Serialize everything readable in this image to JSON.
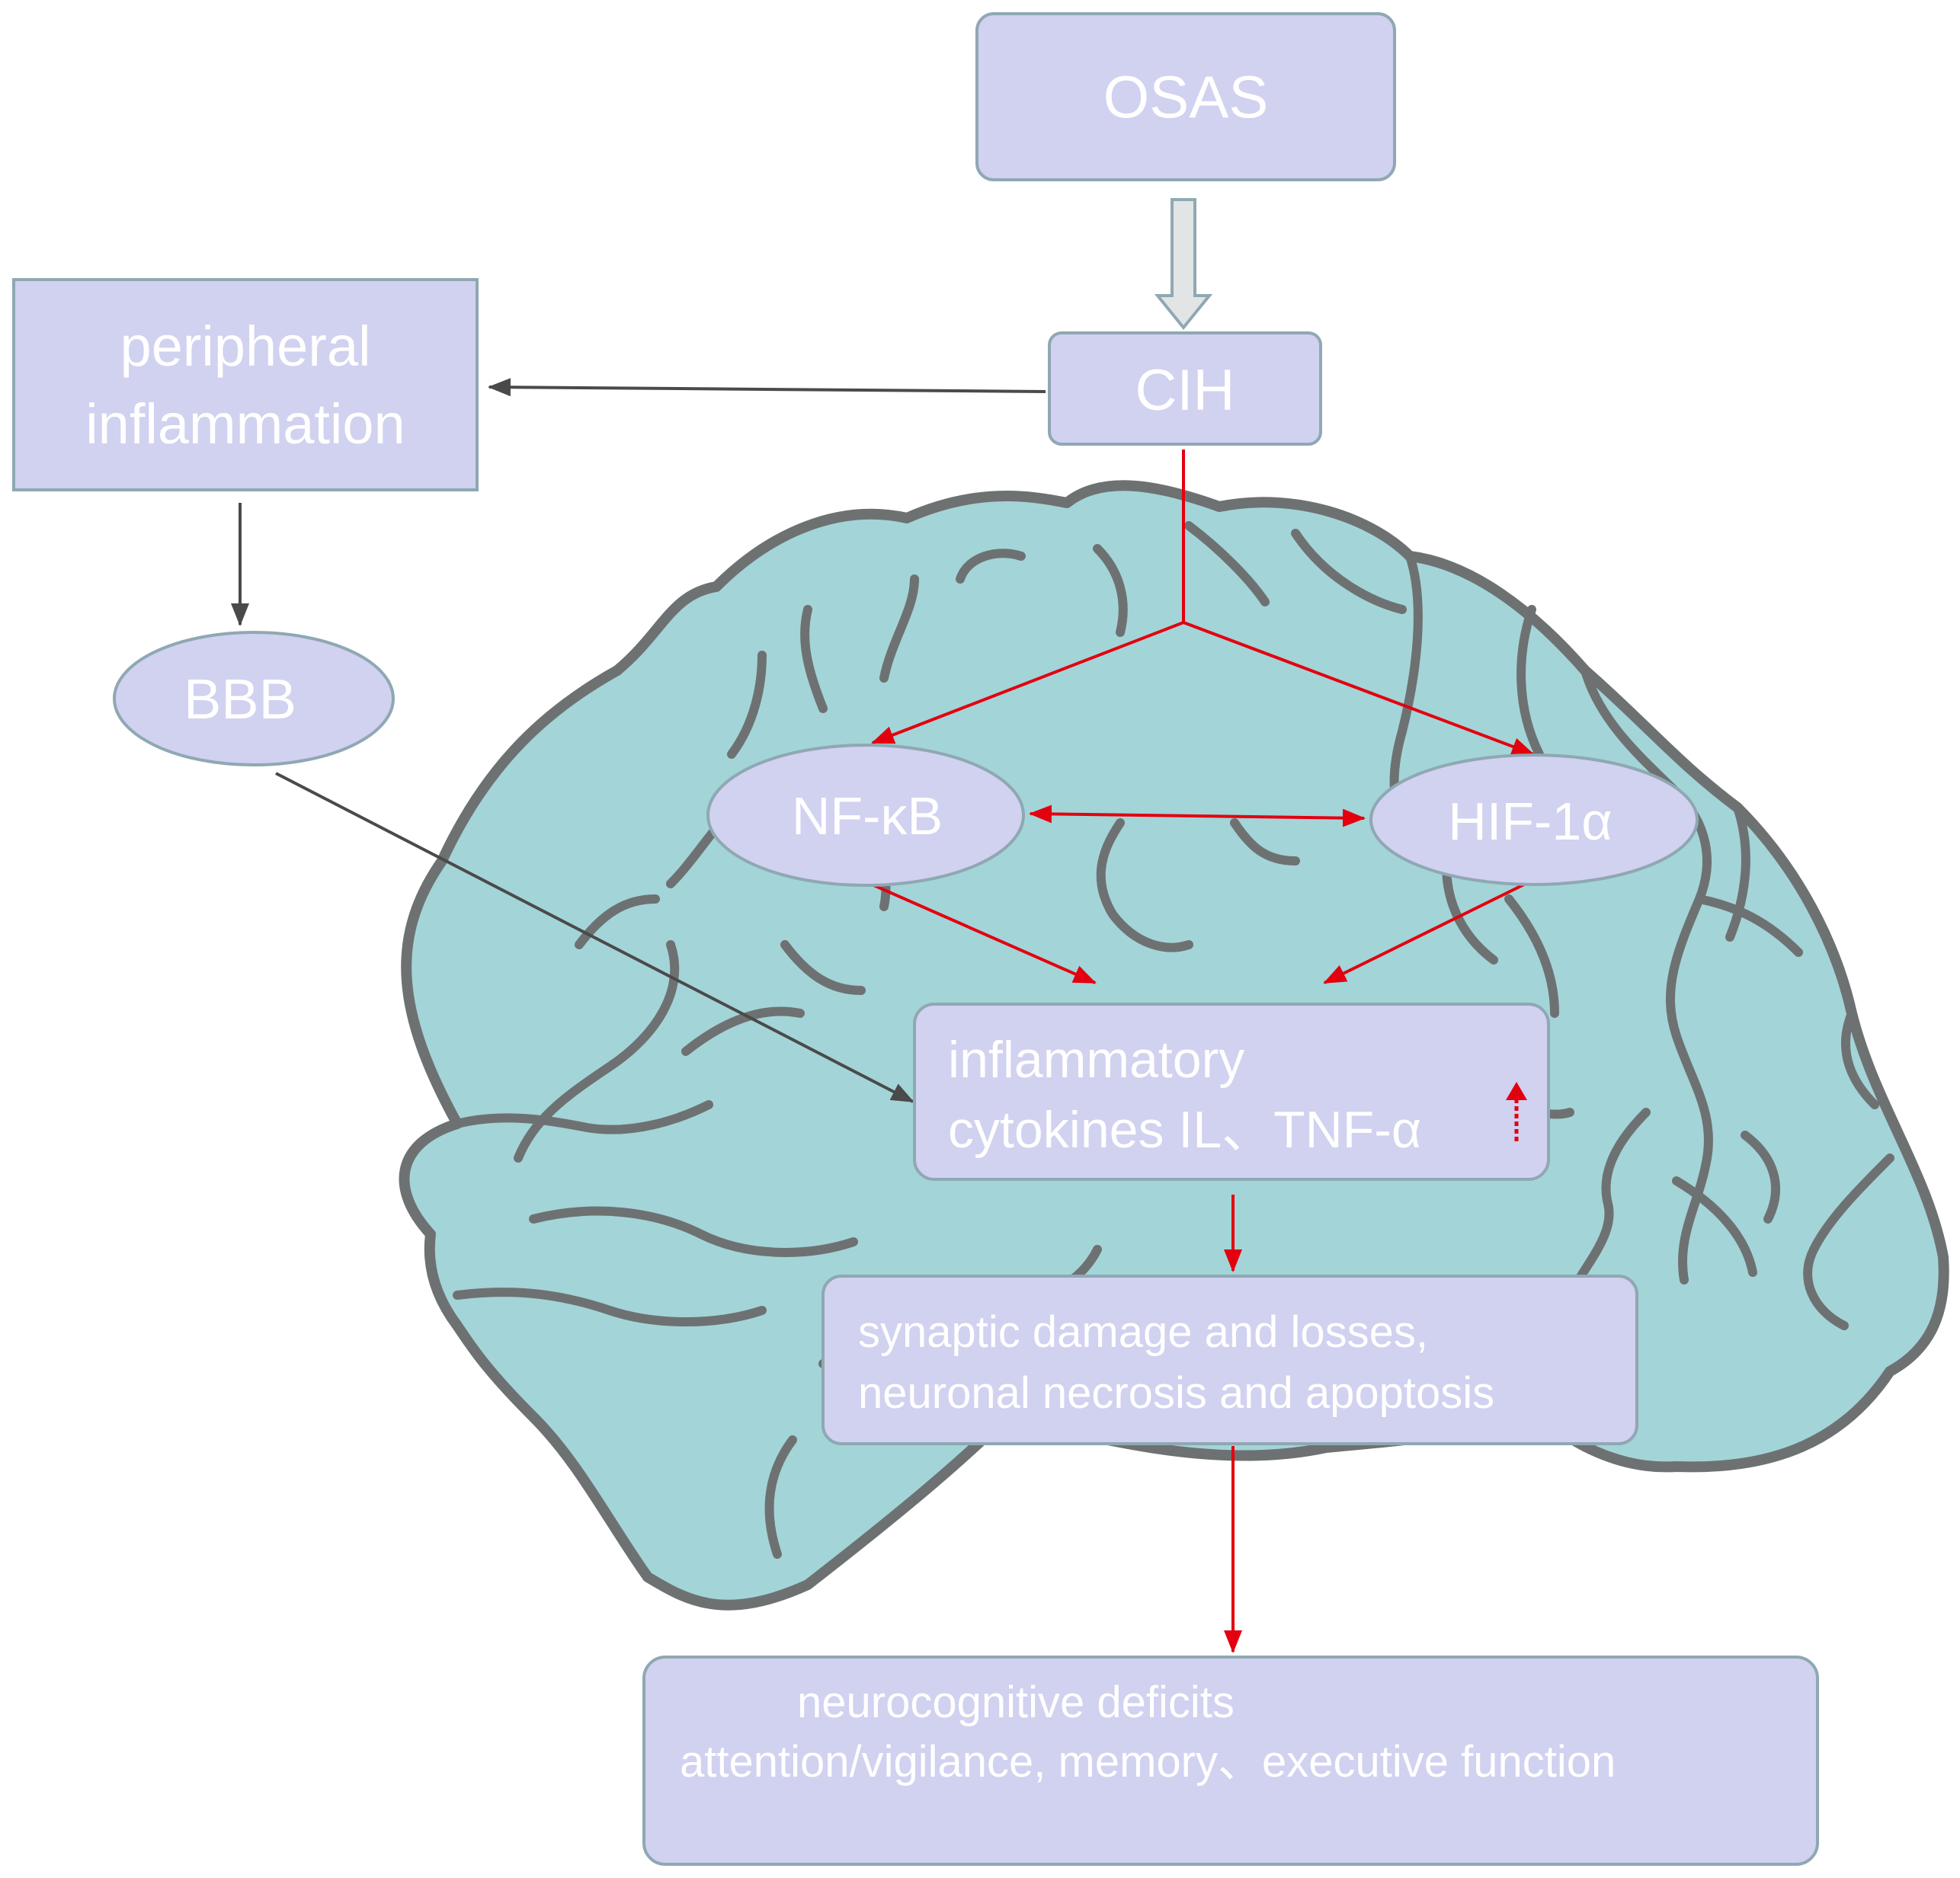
{
  "nodes": {
    "osas": "OSAS",
    "cih": "CIH",
    "peripheral": [
      "peripheral",
      "inflammation"
    ],
    "bbb": "BBB",
    "nfkb": "NF-κB",
    "hif": "HIF-1α",
    "cytokines": [
      "inflammatory",
      "cytokines IL、TNF-α"
    ],
    "damage": [
      "synaptic damage and losses,",
      "neuronal necrosis and apoptosis"
    ],
    "deficits": [
      "neurocognitive deficits",
      "attention/vigilance, memory、executive function"
    ]
  },
  "colors": {
    "brain_fill": "#a3d4d8",
    "brain_stroke": "#6e7172",
    "box_fill": "#d1d1f0",
    "box_stroke": "#8fa8b3",
    "red_arrow": "#e3000f",
    "dark_arrow": "#4a4a4a",
    "hollow_arrow_fill": "#e1e5e5"
  }
}
